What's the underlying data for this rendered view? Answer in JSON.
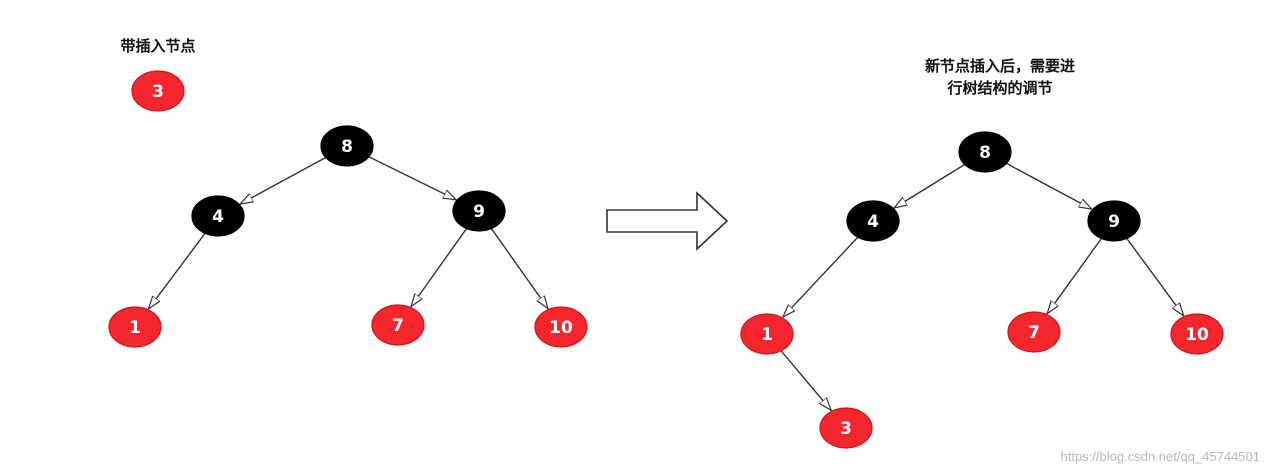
{
  "labels": {
    "pending_title": "带插入节点",
    "result_title_line1": "新节点插入后，需要进",
    "result_title_line2": "行树结构的调节",
    "watermark": "https://blog.csdn.net/qq_45744501"
  },
  "colors": {
    "black_node": "#000000",
    "red_node": "#f5262e",
    "edge": "#333333"
  },
  "pending_node": {
    "label": "3",
    "color": "red"
  },
  "tree_before": {
    "nodes": [
      {
        "id": "8",
        "label": "8",
        "color": "black"
      },
      {
        "id": "4",
        "label": "4",
        "color": "black"
      },
      {
        "id": "9",
        "label": "9",
        "color": "black"
      },
      {
        "id": "1",
        "label": "1",
        "color": "red"
      },
      {
        "id": "7",
        "label": "7",
        "color": "red"
      },
      {
        "id": "10",
        "label": "10",
        "color": "red"
      }
    ],
    "edges": [
      [
        "8",
        "4"
      ],
      [
        "8",
        "9"
      ],
      [
        "4",
        "1"
      ],
      [
        "9",
        "7"
      ],
      [
        "9",
        "10"
      ]
    ]
  },
  "tree_after": {
    "nodes": [
      {
        "id": "8",
        "label": "8",
        "color": "black"
      },
      {
        "id": "4",
        "label": "4",
        "color": "black"
      },
      {
        "id": "9",
        "label": "9",
        "color": "black"
      },
      {
        "id": "1",
        "label": "1",
        "color": "red"
      },
      {
        "id": "7",
        "label": "7",
        "color": "red"
      },
      {
        "id": "10",
        "label": "10",
        "color": "red"
      },
      {
        "id": "3",
        "label": "3",
        "color": "red"
      }
    ],
    "edges": [
      [
        "8",
        "4"
      ],
      [
        "8",
        "9"
      ],
      [
        "4",
        "1"
      ],
      [
        "9",
        "7"
      ],
      [
        "9",
        "10"
      ],
      [
        "1",
        "3"
      ]
    ]
  }
}
